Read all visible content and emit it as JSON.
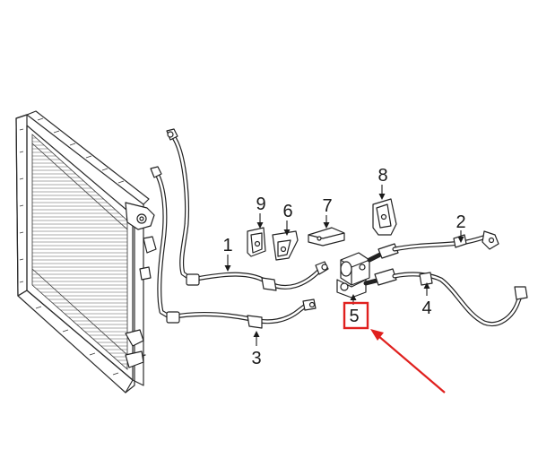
{
  "callouts": [
    {
      "id": "1",
      "label": "1"
    },
    {
      "id": "2",
      "label": "2"
    },
    {
      "id": "3",
      "label": "3"
    },
    {
      "id": "4",
      "label": "4"
    },
    {
      "id": "5",
      "label": "5"
    },
    {
      "id": "6",
      "label": "6"
    },
    {
      "id": "7",
      "label": "7"
    },
    {
      "id": "8",
      "label": "8"
    },
    {
      "id": "9",
      "label": "9"
    }
  ],
  "highlight": {
    "callout": "5",
    "color": "#e0201e"
  },
  "colors": {
    "line": "#222222",
    "background": "#ffffff"
  }
}
